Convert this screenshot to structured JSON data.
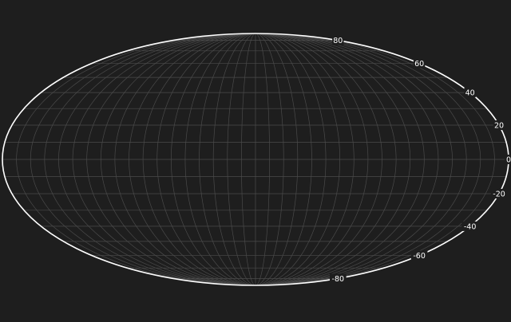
{
  "projection": {
    "type": "mollweide",
    "background_color": "#1e1e1e",
    "sphere_color": "#1e1e1e",
    "outline_color": "#ffffff",
    "graticule_color": "#4a4a4a",
    "label_color": "#ffffff",
    "graticule_step_degrees": 10,
    "latitude_labels": [
      "80",
      "60",
      "40",
      "20",
      "0",
      "-20",
      "-40",
      "-60",
      "-80"
    ]
  }
}
